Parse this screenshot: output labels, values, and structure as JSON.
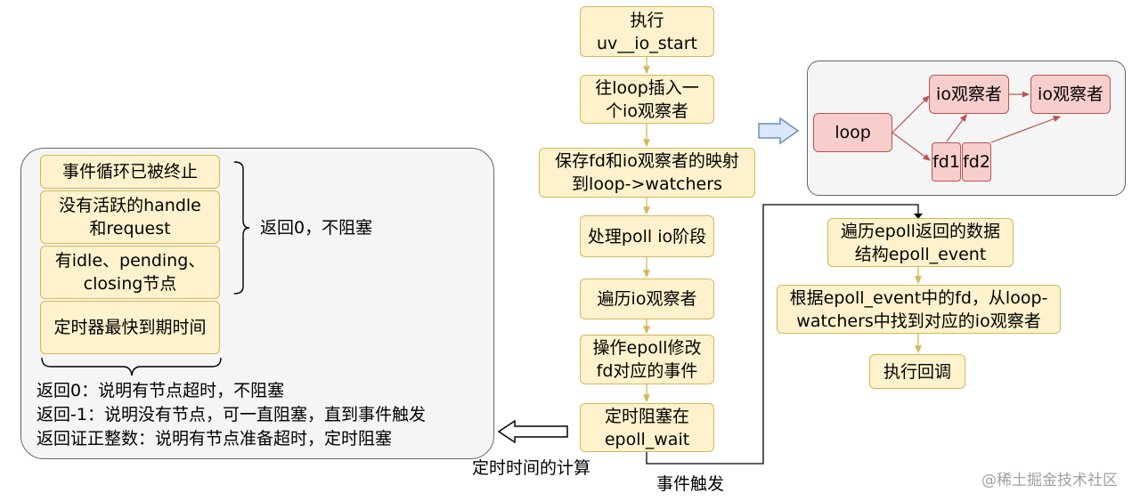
{
  "center_flow": {
    "step1": "执行\nuv__io_start",
    "step2": "往loop插入一\n个io观察者",
    "step3": "保存fd和io观察者的映射\n到loop->watchers",
    "step4": "处理poll io阶段",
    "step5": "遍历io观察者",
    "step6": "操作epoll修改\nfd对应的事件",
    "step7": "定时阻塞在\nepoll_wait"
  },
  "timer_calc_label": "定时时间的计算",
  "event_trigger_label": "事件触发",
  "left_panel": {
    "conditions": [
      "事件循环已被终止",
      "没有活跃的handle\n和request",
      "有idle、pending、\nclosing节点"
    ],
    "return_zero_label": "返回0，不阻塞",
    "timer_box": "定时器最快到期时间",
    "result_lines": [
      "返回0：说明有节点超时，不阻塞",
      "返回-1：说明没有节点，可一直阻塞，直到事件触发",
      "返回证正整数：说明有节点准备超时，定时阻塞"
    ]
  },
  "right_flow": {
    "step1": "遍历epoll返回的数据\n结构epoll_event",
    "step2": "根据epoll_event中的fd，从loop-\nwatchers中找到对应的io观察者",
    "step3": "执行回调"
  },
  "loop_panel": {
    "loop": "loop",
    "watcher_a": "io观察者",
    "watcher_b": "io观察者",
    "fd1": "fd1",
    "fd2": "fd2"
  },
  "watermark": "@稀土掘金技术社区",
  "colors": {
    "yellow_fill": "#fff2cc",
    "yellow_stroke": "#d6b656",
    "pink_fill": "#f8cecc",
    "pink_stroke": "#b85450",
    "panel_fill": "#f5f5f5",
    "blue_arrow_fill": "#dae8fc",
    "blue_arrow_stroke": "#6c8ebf"
  }
}
